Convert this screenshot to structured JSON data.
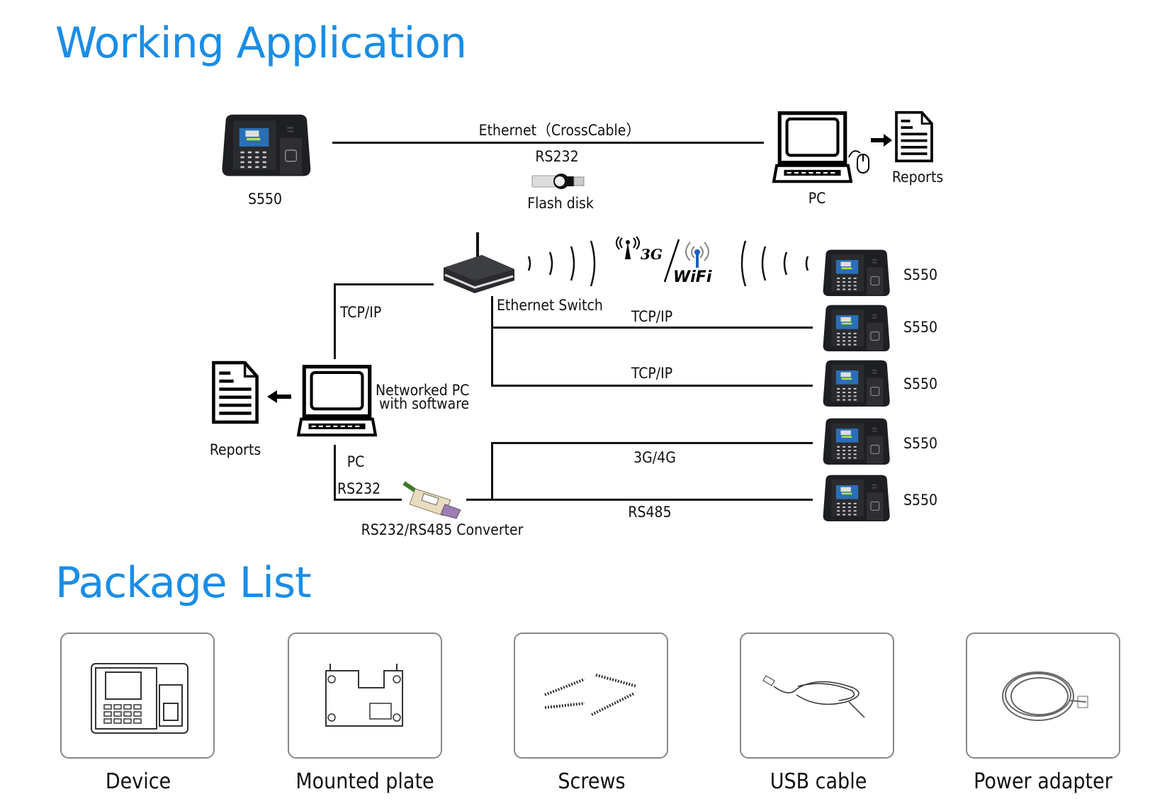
{
  "headings": {
    "working_application": "Working Application",
    "package_list": "Package List"
  },
  "top_link": {
    "device_label": "S550",
    "ethernet_label": "Ethernet（CrossCable）",
    "rs232_label": "RS232",
    "flash_disk_label": "Flash disk",
    "pc_label": "PC",
    "reports_label": "Reports"
  },
  "network": {
    "tcpip_left": "TCP/IP",
    "ethernet_switch": "Ethernet Switch",
    "tcpip_1": "TCP/IP",
    "tcpip_2": "TCP/IP",
    "gprs_label": "3G/4G",
    "rs485_label": "RS485",
    "reports_label": "Reports",
    "networked_pc_line1": "Networked PC",
    "networked_pc_line2": "with software",
    "pc_label": "PC",
    "rs232_label": "RS232",
    "converter_label": "RS232/RS485 Converter",
    "three_g_icon_text": "3G",
    "wifi_icon_text": "WiFi",
    "devices": [
      {
        "label": "S550"
      },
      {
        "label": "S550"
      },
      {
        "label": "S550"
      },
      {
        "label": "S550"
      },
      {
        "label": "S550"
      }
    ]
  },
  "package_items": [
    {
      "label": "Device",
      "icon": "device-icon"
    },
    {
      "label": "Mounted plate",
      "icon": "plate-icon"
    },
    {
      "label": "Screws",
      "icon": "screws-icon"
    },
    {
      "label": "USB cable",
      "icon": "usb-cable-icon"
    },
    {
      "label": "Power adapter",
      "icon": "power-adapter-icon"
    }
  ],
  "colors": {
    "heading": "#1a8de6",
    "line": "#111111",
    "device_body": "#1e1f22"
  }
}
